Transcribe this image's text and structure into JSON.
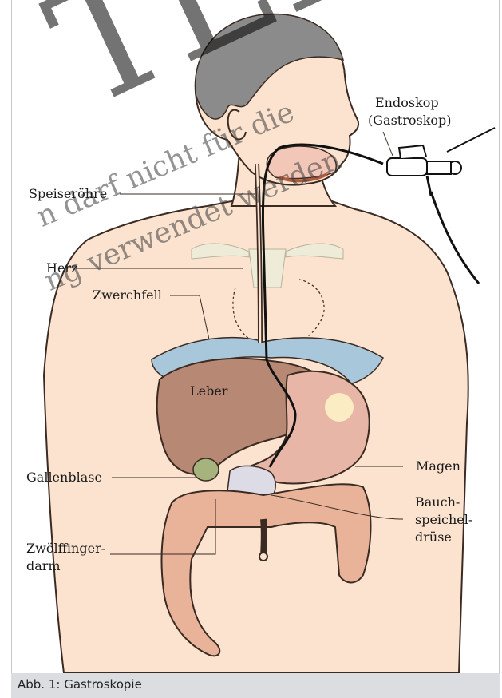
{
  "labels": {
    "endoskop": "Endoskop",
    "gastroskop": "(Gastroskop)",
    "speiseroehre": "Speiseröhre",
    "herz": "Herz",
    "zwerchfell": "Zwerchfell",
    "leber": "Leber",
    "magen": "Magen",
    "gallenblase": "Gallenblase",
    "bauch1": "Bauch-",
    "bauch2": "speichel-",
    "bauch3": "drüse",
    "zwoelf1": "Zwölffinger-",
    "zwoelf2": "darm"
  },
  "watermark": {
    "big": "TER",
    "line1": "n darf nicht für die",
    "line2": "ng verwendet werden"
  },
  "caption": "Abb. 1: Gastroskopie",
  "colors": {
    "skin": "#fbe3cf",
    "liver": "#b78874",
    "stomach": "#e8b6a6",
    "diaphragm": "#a9c7da",
    "intestine": "#e9b39a",
    "gallbladder": "#a7b37c",
    "pancreas": "#dcdbe6",
    "hair": "#8b8b8b"
  }
}
